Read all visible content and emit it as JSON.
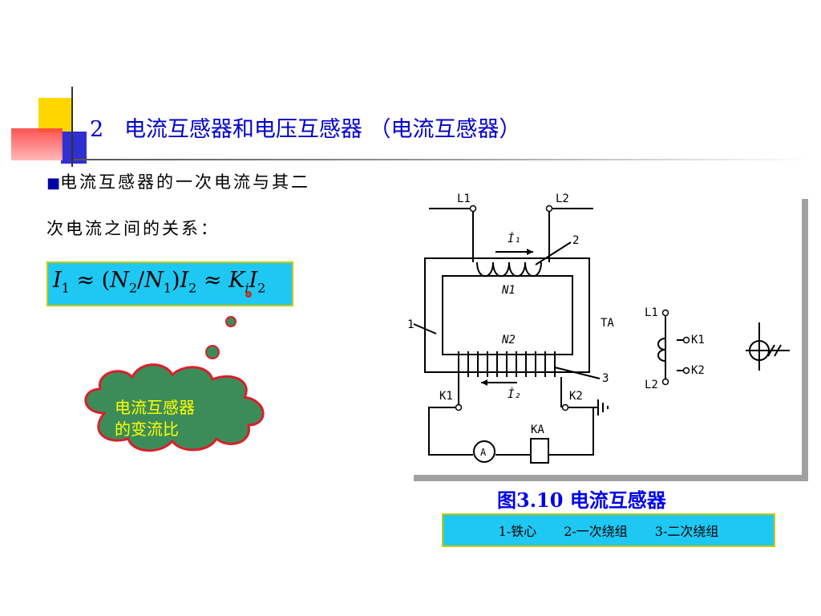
{
  "slide": {
    "heading_number": "2",
    "heading_text": "电流互感器和电压互感器 （电流互感器）",
    "bullet_line1": "电流互感器的一次电流与其二",
    "bullet_line2": "次电流之间的关系：",
    "cloud_line1": "电流互感器",
    "cloud_line2": "的变流比"
  },
  "formula": {
    "I": "I",
    "sub1": "1",
    "approx1": "≈",
    "open": "(",
    "N": "N",
    "sub2": "2",
    "slash": "/",
    "N2": "N",
    "sub3": "1",
    "close": ")",
    "I2": "I",
    "sub4": "2",
    "approx2": "≈",
    "K": "K",
    "subi": "i",
    "I3": "I",
    "sub5": "2"
  },
  "figure": {
    "caption": "图3.10 电流互感器",
    "legend": [
      "1-铁心",
      "2-一次绕组",
      "3-二次绕组"
    ],
    "labels": {
      "L1": "L1",
      "L2": "L2",
      "I1": "İ₁",
      "I2": "İ₂",
      "n2": "2",
      "N1": "N1",
      "N2": "N2",
      "n1": "1",
      "TA": "TA",
      "n3": "3",
      "K1": "K1",
      "K2": "K2",
      "KA": "KA",
      "A": "A",
      "sym_L1": "L1",
      "sym_K1": "K1",
      "sym_K2": "K2",
      "sym_L2": "L2"
    }
  },
  "colors": {
    "title": "#0000cc",
    "box_fill": "#1ec8f2",
    "box_border": "#c8c800",
    "cloud_fill": "#3c8c5a",
    "cloud_border": "#d8202a",
    "cloud_text": "#ffff00",
    "caption": "#0000ee"
  }
}
